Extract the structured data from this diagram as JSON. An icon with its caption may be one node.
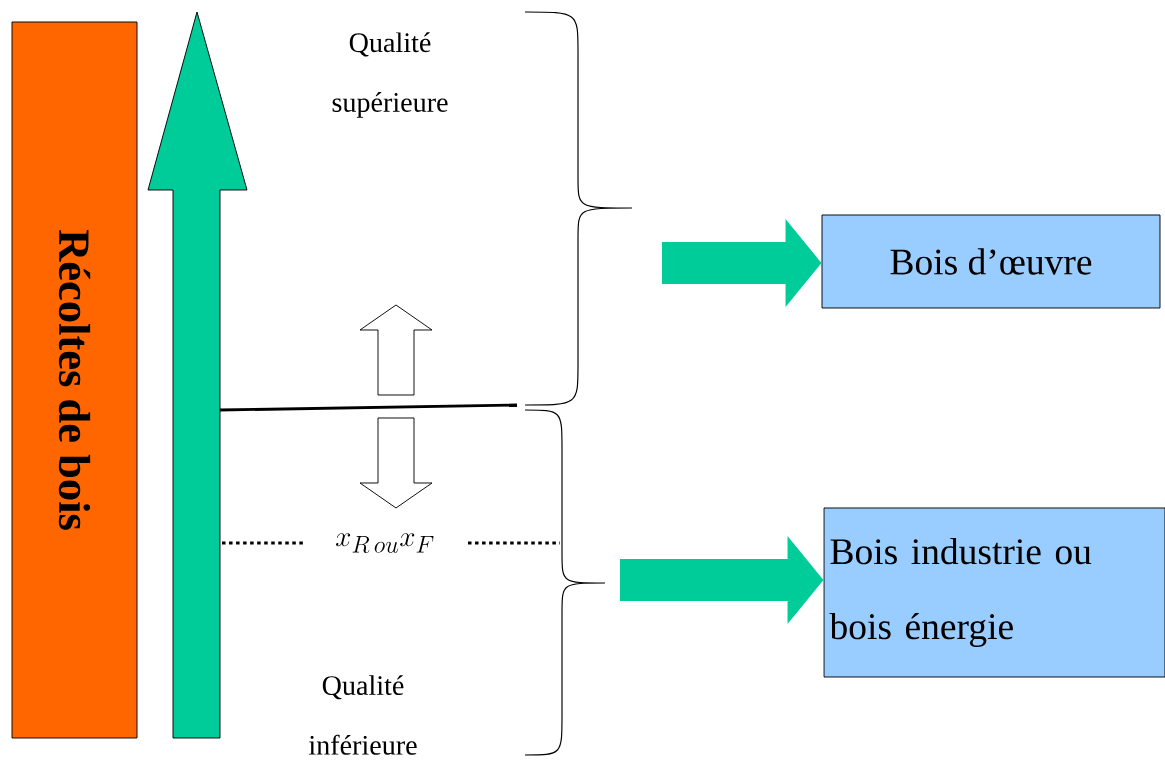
{
  "diagram": {
    "nodes": [
      {
        "text": [
          "Récoltes de bois"
        ]
      },
      {
        "text": [
          "Bois d’œuvre"
        ]
      },
      {
        "text": [
          "Bois industrie ou bois énergie"
        ]
      }
    ],
    "edges": [
      {
        "from": null,
        "to": 1,
        "arrow": "to"
      },
      {
        "from": null,
        "to": 2,
        "arrow": "to"
      }
    ],
    "labels": [
      "Qualité supérieure",
      "x_{R\\,ou}x_{F}",
      "Qualité inférieure"
    ]
  }
}
